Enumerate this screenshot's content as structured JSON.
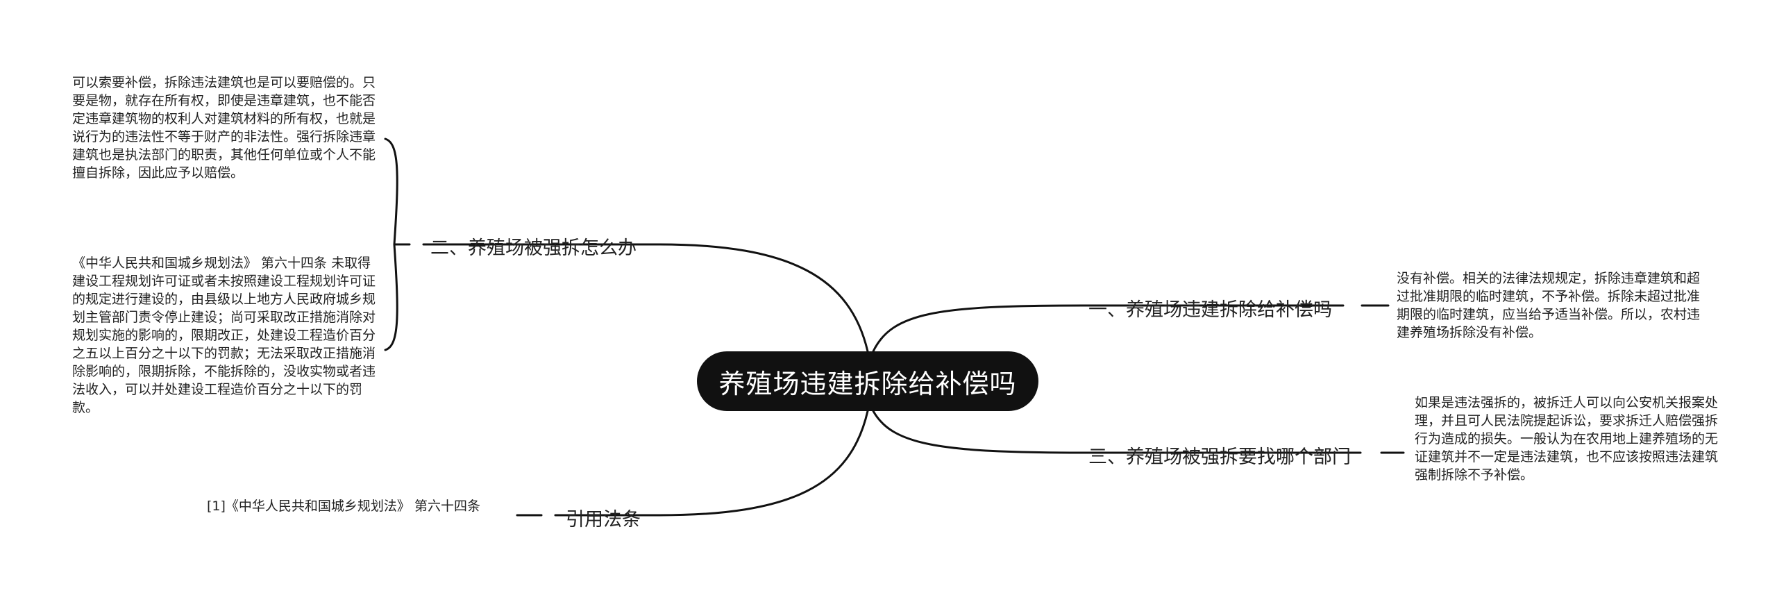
{
  "root": {
    "label": "养殖场违建拆除给补偿吗"
  },
  "branches": {
    "b1": {
      "label": "一、养殖场违建拆除给补偿吗"
    },
    "b2": {
      "label": "二、养殖场被强拆怎么办"
    },
    "b3": {
      "label": "三、养殖场被强拆要找哪个部门"
    },
    "b4": {
      "label": "引用法条"
    }
  },
  "leaves": {
    "l1": {
      "text": "没有补偿。相关的法律法规规定，拆除违章建筑和超过批准期限的临时建筑，不予补偿。拆除未超过批准期限的临时建筑，应当给予适当补偿。所以，农村违建养殖场拆除没有补偿。"
    },
    "l2a": {
      "text": "可以索要补偿，拆除违法建筑也是可以要赔偿的。只要是物，就存在所有权，即使是违章建筑，也不能否定违章建筑物的权利人对建筑材料的所有权，也就是说行为的违法性不等于财产的非法性。强行拆除违章建筑也是执法部门的职责，其他任何单位或个人不能擅自拆除，因此应予以赔偿。"
    },
    "l2b": {
      "text": "《中华人民共和国城乡规划法》 第六十四条 未取得建设工程规划许可证或者未按照建设工程规划许可证的规定进行建设的，由县级以上地方人民政府城乡规划主管部门责令停止建设；尚可采取改正措施消除对规划实施的影响的，限期改正，处建设工程造价百分之五以上百分之十以下的罚款；无法采取改正措施消除影响的，限期拆除，不能拆除的，没收实物或者违法收入，可以并处建设工程造价百分之十以下的罚款。"
    },
    "l3": {
      "text": "如果是违法强拆的，被拆迁人可以向公安机关报案处理，并且可人民法院提起诉讼，要求拆迁人赔偿强拆行为造成的损失。一般认为在农用地上建养殖场的无证建筑并不一定是违法建筑，也不应该按照违法建筑强制拆除不予补偿。"
    },
    "l4": {
      "text": "[1]《中华人民共和国城乡规划法》 第六十四条"
    }
  }
}
